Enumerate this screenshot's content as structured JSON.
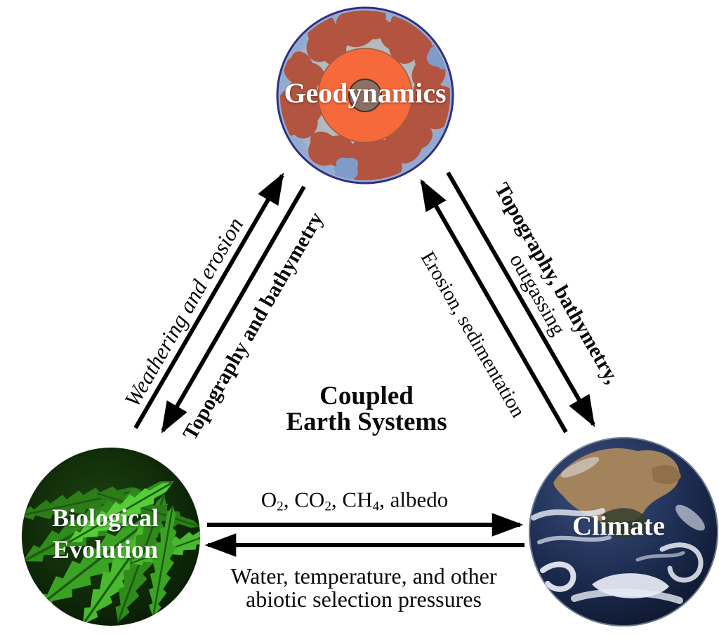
{
  "title": {
    "line1": "Coupled",
    "line2": "Earth Systems"
  },
  "nodes": {
    "geodynamics": {
      "label": "Geodynamics"
    },
    "biological_evolution": {
      "line1": "Biological",
      "line2": "Evolution"
    },
    "climate": {
      "label": "Climate"
    }
  },
  "edges": {
    "bio_to_geo": {
      "label": "Weathering and erosion"
    },
    "geo_to_bio": {
      "label": "Topography and bathymetry"
    },
    "climate_to_geo": {
      "label": "Erosion, sedimentation"
    },
    "geo_to_climate": {
      "line1": "Topography, bathymetry,",
      "line2": "outgassing"
    },
    "bio_to_climate": {
      "g1": "O",
      "g1sub": "2",
      "sep1": ", ",
      "g2": "CO",
      "g2sub": "2",
      "sep2": ", ",
      "g3": "CH",
      "g3sub": "4",
      "sep3": ", ",
      "tail": "albedo"
    },
    "climate_to_bio": {
      "line1": "Water, temperature, and other",
      "line2": "abiotic selection pressures"
    }
  },
  "colors": {
    "background": "#ffffff",
    "arrow": "#000000",
    "text": "#0a0a0a",
    "node_label": "#ffffff",
    "geo_outer_ring": "#2e3086",
    "geo_mantle_blue": "#8ea9cf",
    "geo_mantle_gray": "#b3b8bc",
    "geo_plume_red": "#b2543f",
    "geo_outer_core_orange": "#f5693a",
    "geo_inner_core_brown": "#8d7064",
    "fern_green": "#44b32a",
    "fern_dark_green": "#0c2405",
    "ocean_navy": "#16213c",
    "land_tan": "#a2835c",
    "cloud_white": "#edf1f8"
  }
}
